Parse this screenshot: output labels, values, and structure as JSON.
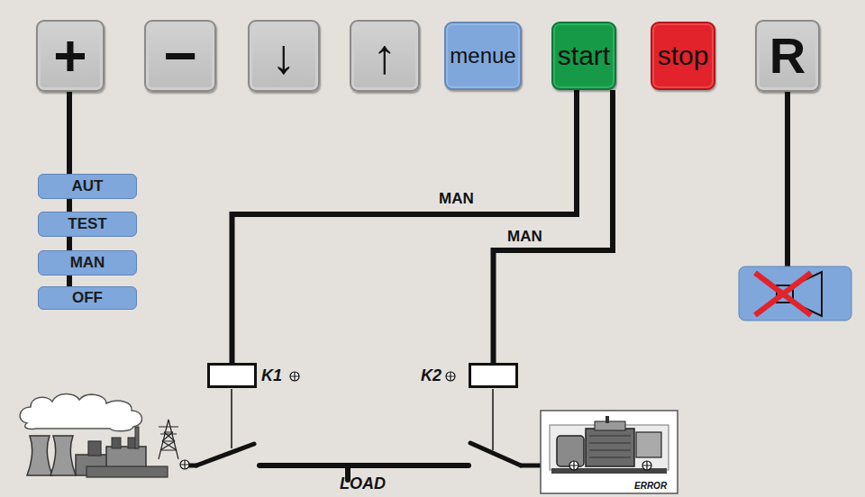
{
  "diagram": {
    "nodes": [
      {
        "text": [
          "+"
        ]
      },
      {
        "text": [
          "−"
        ]
      },
      {
        "text": [
          "↓"
        ]
      },
      {
        "text": [
          "↑"
        ]
      },
      {
        "text": [
          "menue"
        ]
      },
      {
        "text": [
          "start"
        ]
      },
      {
        "text": [
          "stop"
        ]
      },
      {
        "text": [
          "R"
        ]
      },
      {
        "text": [
          "AUT"
        ]
      },
      {
        "text": [
          "TEST"
        ]
      },
      {
        "text": [
          "MAN"
        ]
      },
      {
        "text": [
          "OFF"
        ]
      },
      {
        "text": [
          "K1"
        ]
      },
      {
        "text": [
          "K2"
        ]
      }
    ],
    "edges": [
      {
        "from": 0,
        "to": 8,
        "arrow": "none"
      },
      {
        "from": 5,
        "to": 12,
        "label": "MAN",
        "arrow": "none"
      },
      {
        "from": 5,
        "to": 13,
        "label": "MAN",
        "arrow": "none"
      }
    ],
    "labels": [
      "LOAD",
      "ERROR"
    ]
  }
}
